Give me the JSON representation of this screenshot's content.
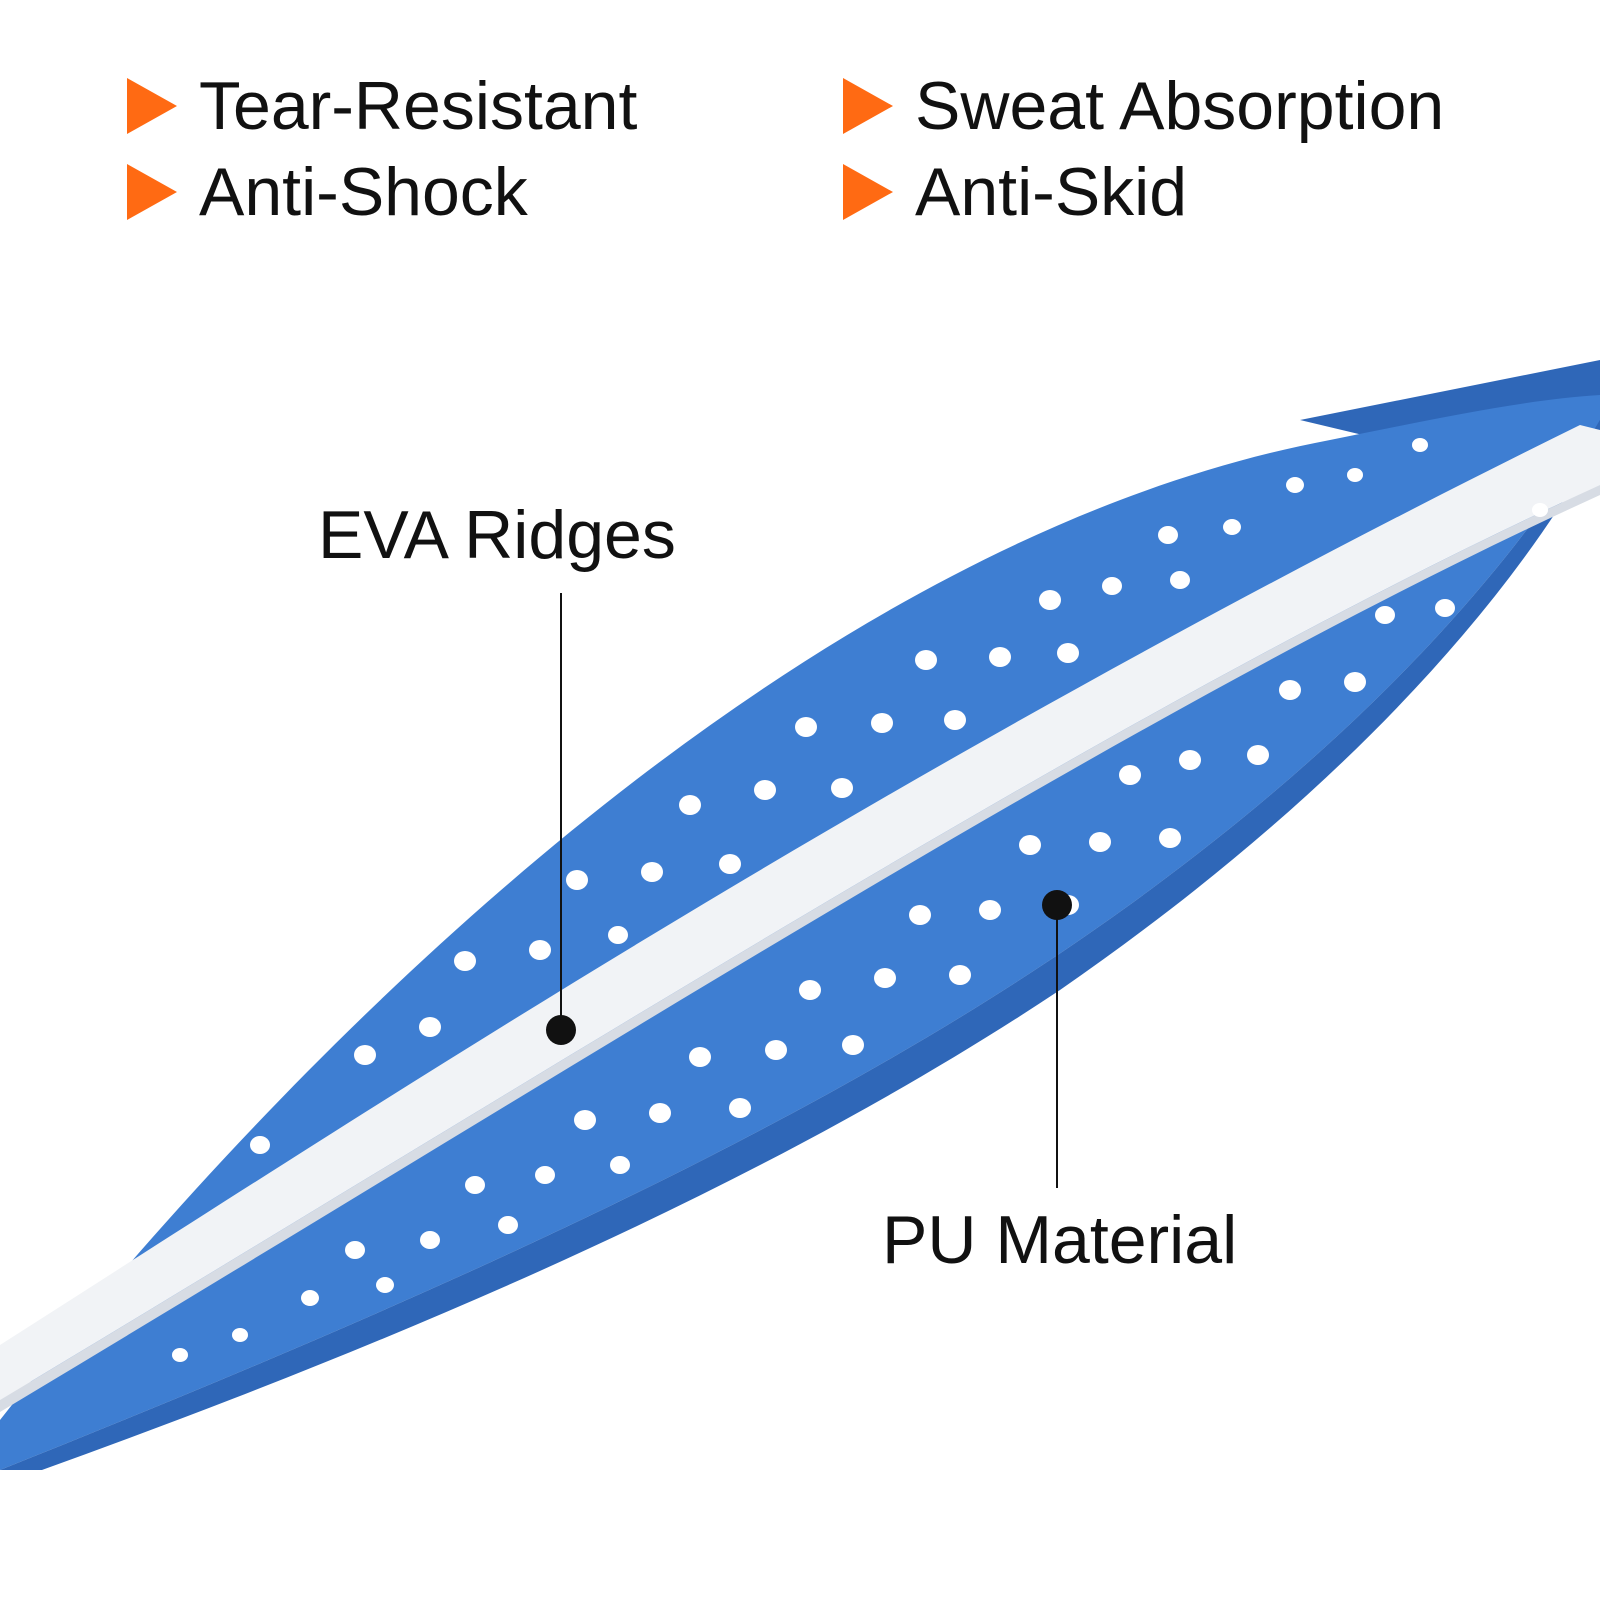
{
  "features": [
    {
      "label": "Tear-Resistant"
    },
    {
      "label": "Anti-Shock"
    },
    {
      "label": "Sweat Absorption"
    },
    {
      "label": "Anti-Skid"
    }
  ],
  "callouts": {
    "eva": "EVA Ridges",
    "pu": "PU Material"
  },
  "colors": {
    "bullet": "#ff6a13",
    "tape_blue": "#3e7ed2",
    "tape_blue_dark": "#2f67b8",
    "ridge_white": "#f1f3f6",
    "text": "#111111"
  },
  "icons": {
    "bullet": "orange-triangle-bullet-icon",
    "callout_dot": "callout-dot-icon"
  }
}
